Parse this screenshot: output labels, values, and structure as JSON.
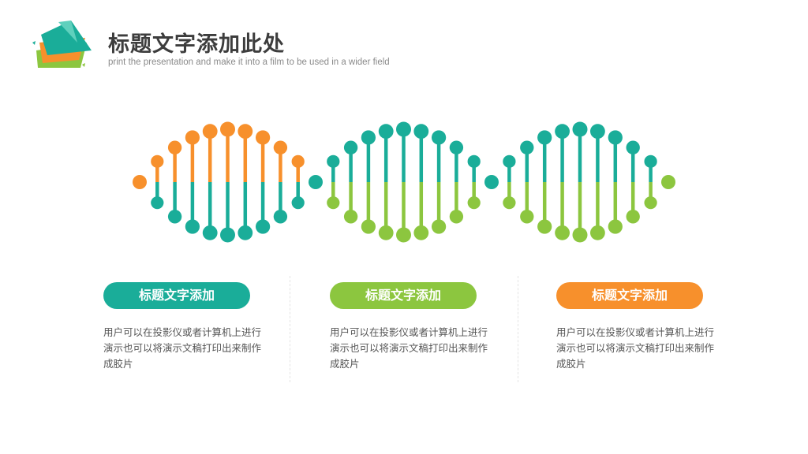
{
  "header": {
    "title": "标题文字添加此处",
    "subtitle": "print the presentation and make it into a film to be used in a wider field"
  },
  "colors": {
    "teal": "#1aad99",
    "green": "#8cc63f",
    "orange": "#f7902c"
  },
  "cards": [
    {
      "title": "标题文字添加",
      "color": "#1aad99",
      "text": "用户可以在投影仪或者计算机上进行演示也可以将演示文稿打印出来制作成胶片"
    },
    {
      "title": "标题文字添加",
      "color": "#8cc63f",
      "text": "用户可以在投影仪或者计算机上进行演示也可以将演示文稿打印出来制作成胶片"
    },
    {
      "title": "标题文字添加",
      "color": "#f7902c",
      "text": "用户可以在投影仪或者计算机上进行演示也可以将演示文稿打印出来制作成胶片"
    }
  ]
}
